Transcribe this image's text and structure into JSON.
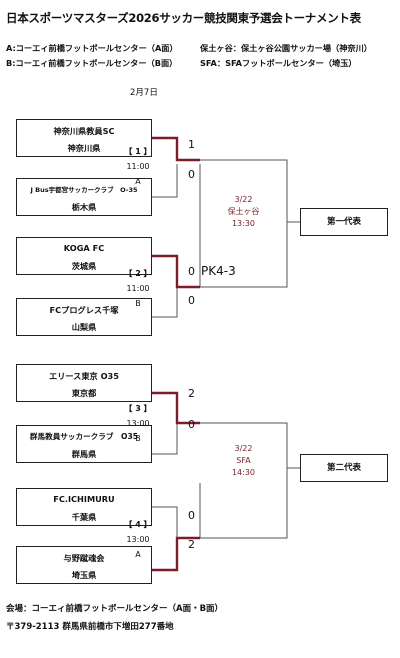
{
  "title": "日本スポーツマスターズ2026サッカー競技関東予選会トーナメント表",
  "venues_left": [
    "A:コーエィ前橋フットボールセンター（A面）",
    "B:コーエィ前橋フットボールセンター（B面）"
  ],
  "venues_right": [
    "保土ヶ谷：保土ヶ谷公園サッカー場（神奈川）",
    "SFA：SFAフットボールセンター（埼玉）"
  ],
  "date": "2月7日",
  "teams": [
    {
      "name": "神奈川県教員SC",
      "pref": "神奈川県"
    },
    {
      "name": "J Bus宇都宮サッカークラブ　O-35",
      "pref": "栃木県"
    },
    {
      "name": "KOGA FC",
      "pref": "茨城県"
    },
    {
      "name": "FCプログレス千塚",
      "pref": "山梨県"
    },
    {
      "name": "エリース東京 O35",
      "pref": "東京都"
    },
    {
      "name": "群馬教員サッカークラブ　O35",
      "pref": "群馬県"
    },
    {
      "name": "FC.ICHIMURU",
      "pref": "千葉県"
    },
    {
      "name": "与野蹴魂会",
      "pref": "埼玉県"
    }
  ],
  "matches": [
    {
      "number": "【 1 】",
      "time": "11:00",
      "venue": "A",
      "score_top": "1",
      "score_bottom": "0"
    },
    {
      "number": "【 2 】",
      "time": "11:00",
      "venue": "B",
      "score_top": "0",
      "score_bottom": "0",
      "pk": "PK4-3"
    },
    {
      "number": "【 3 】",
      "time": "13:00",
      "venue": "B",
      "score_top": "2",
      "score_bottom": "0"
    },
    {
      "number": "【 4 】",
      "time": "13:00",
      "venue": "A",
      "score_top": "0",
      "score_bottom": "2"
    }
  ],
  "finals": [
    {
      "date": "3/22",
      "place": "保土ヶ谷",
      "time": "13:30",
      "rep": "第一代表"
    },
    {
      "date": "3/22",
      "place": "SFA",
      "time": "14:30",
      "rep": "第二代表"
    }
  ],
  "footer": {
    "venue": "会場：コーエィ前橋フットボールセンター（A面・B面）",
    "address": "〒379-2113 群馬県前橋市下増田277番地"
  },
  "colors": {
    "winner_line": "#7a1f2a",
    "line": "#555555"
  }
}
